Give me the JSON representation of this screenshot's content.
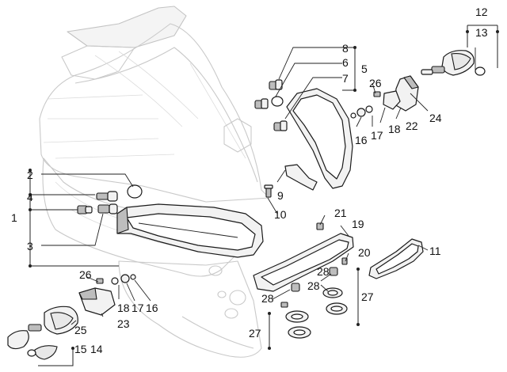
{
  "diagram": {
    "callouts": [
      {
        "id": "c1",
        "text": "1"
      },
      {
        "id": "c2",
        "text": "2"
      },
      {
        "id": "c3",
        "text": "3"
      },
      {
        "id": "c4",
        "text": "4"
      },
      {
        "id": "c5",
        "text": "5"
      },
      {
        "id": "c6",
        "text": "6"
      },
      {
        "id": "c7",
        "text": "7"
      },
      {
        "id": "c8",
        "text": "8"
      },
      {
        "id": "c9",
        "text": "9"
      },
      {
        "id": "c10",
        "text": "10"
      },
      {
        "id": "c11",
        "text": "11"
      },
      {
        "id": "c12",
        "text": "12"
      },
      {
        "id": "c13",
        "text": "13"
      },
      {
        "id": "c14",
        "text": "14"
      },
      {
        "id": "c15",
        "text": "15"
      },
      {
        "id": "c16a",
        "text": "16"
      },
      {
        "id": "c16b",
        "text": "16"
      },
      {
        "id": "c17a",
        "text": "17"
      },
      {
        "id": "c17b",
        "text": "17"
      },
      {
        "id": "c18a",
        "text": "18"
      },
      {
        "id": "c18b",
        "text": "18"
      },
      {
        "id": "c19",
        "text": "19"
      },
      {
        "id": "c20",
        "text": "20"
      },
      {
        "id": "c21",
        "text": "21"
      },
      {
        "id": "c22",
        "text": "22"
      },
      {
        "id": "c23",
        "text": "23"
      },
      {
        "id": "c24",
        "text": "24"
      },
      {
        "id": "c25",
        "text": "25"
      },
      {
        "id": "c26a",
        "text": "26"
      },
      {
        "id": "c26b",
        "text": "26"
      },
      {
        "id": "c27a",
        "text": "27"
      },
      {
        "id": "c27b",
        "text": "27"
      },
      {
        "id": "c28a",
        "text": "28"
      },
      {
        "id": "c28b",
        "text": "28"
      },
      {
        "id": "c28c",
        "text": "28"
      }
    ]
  }
}
